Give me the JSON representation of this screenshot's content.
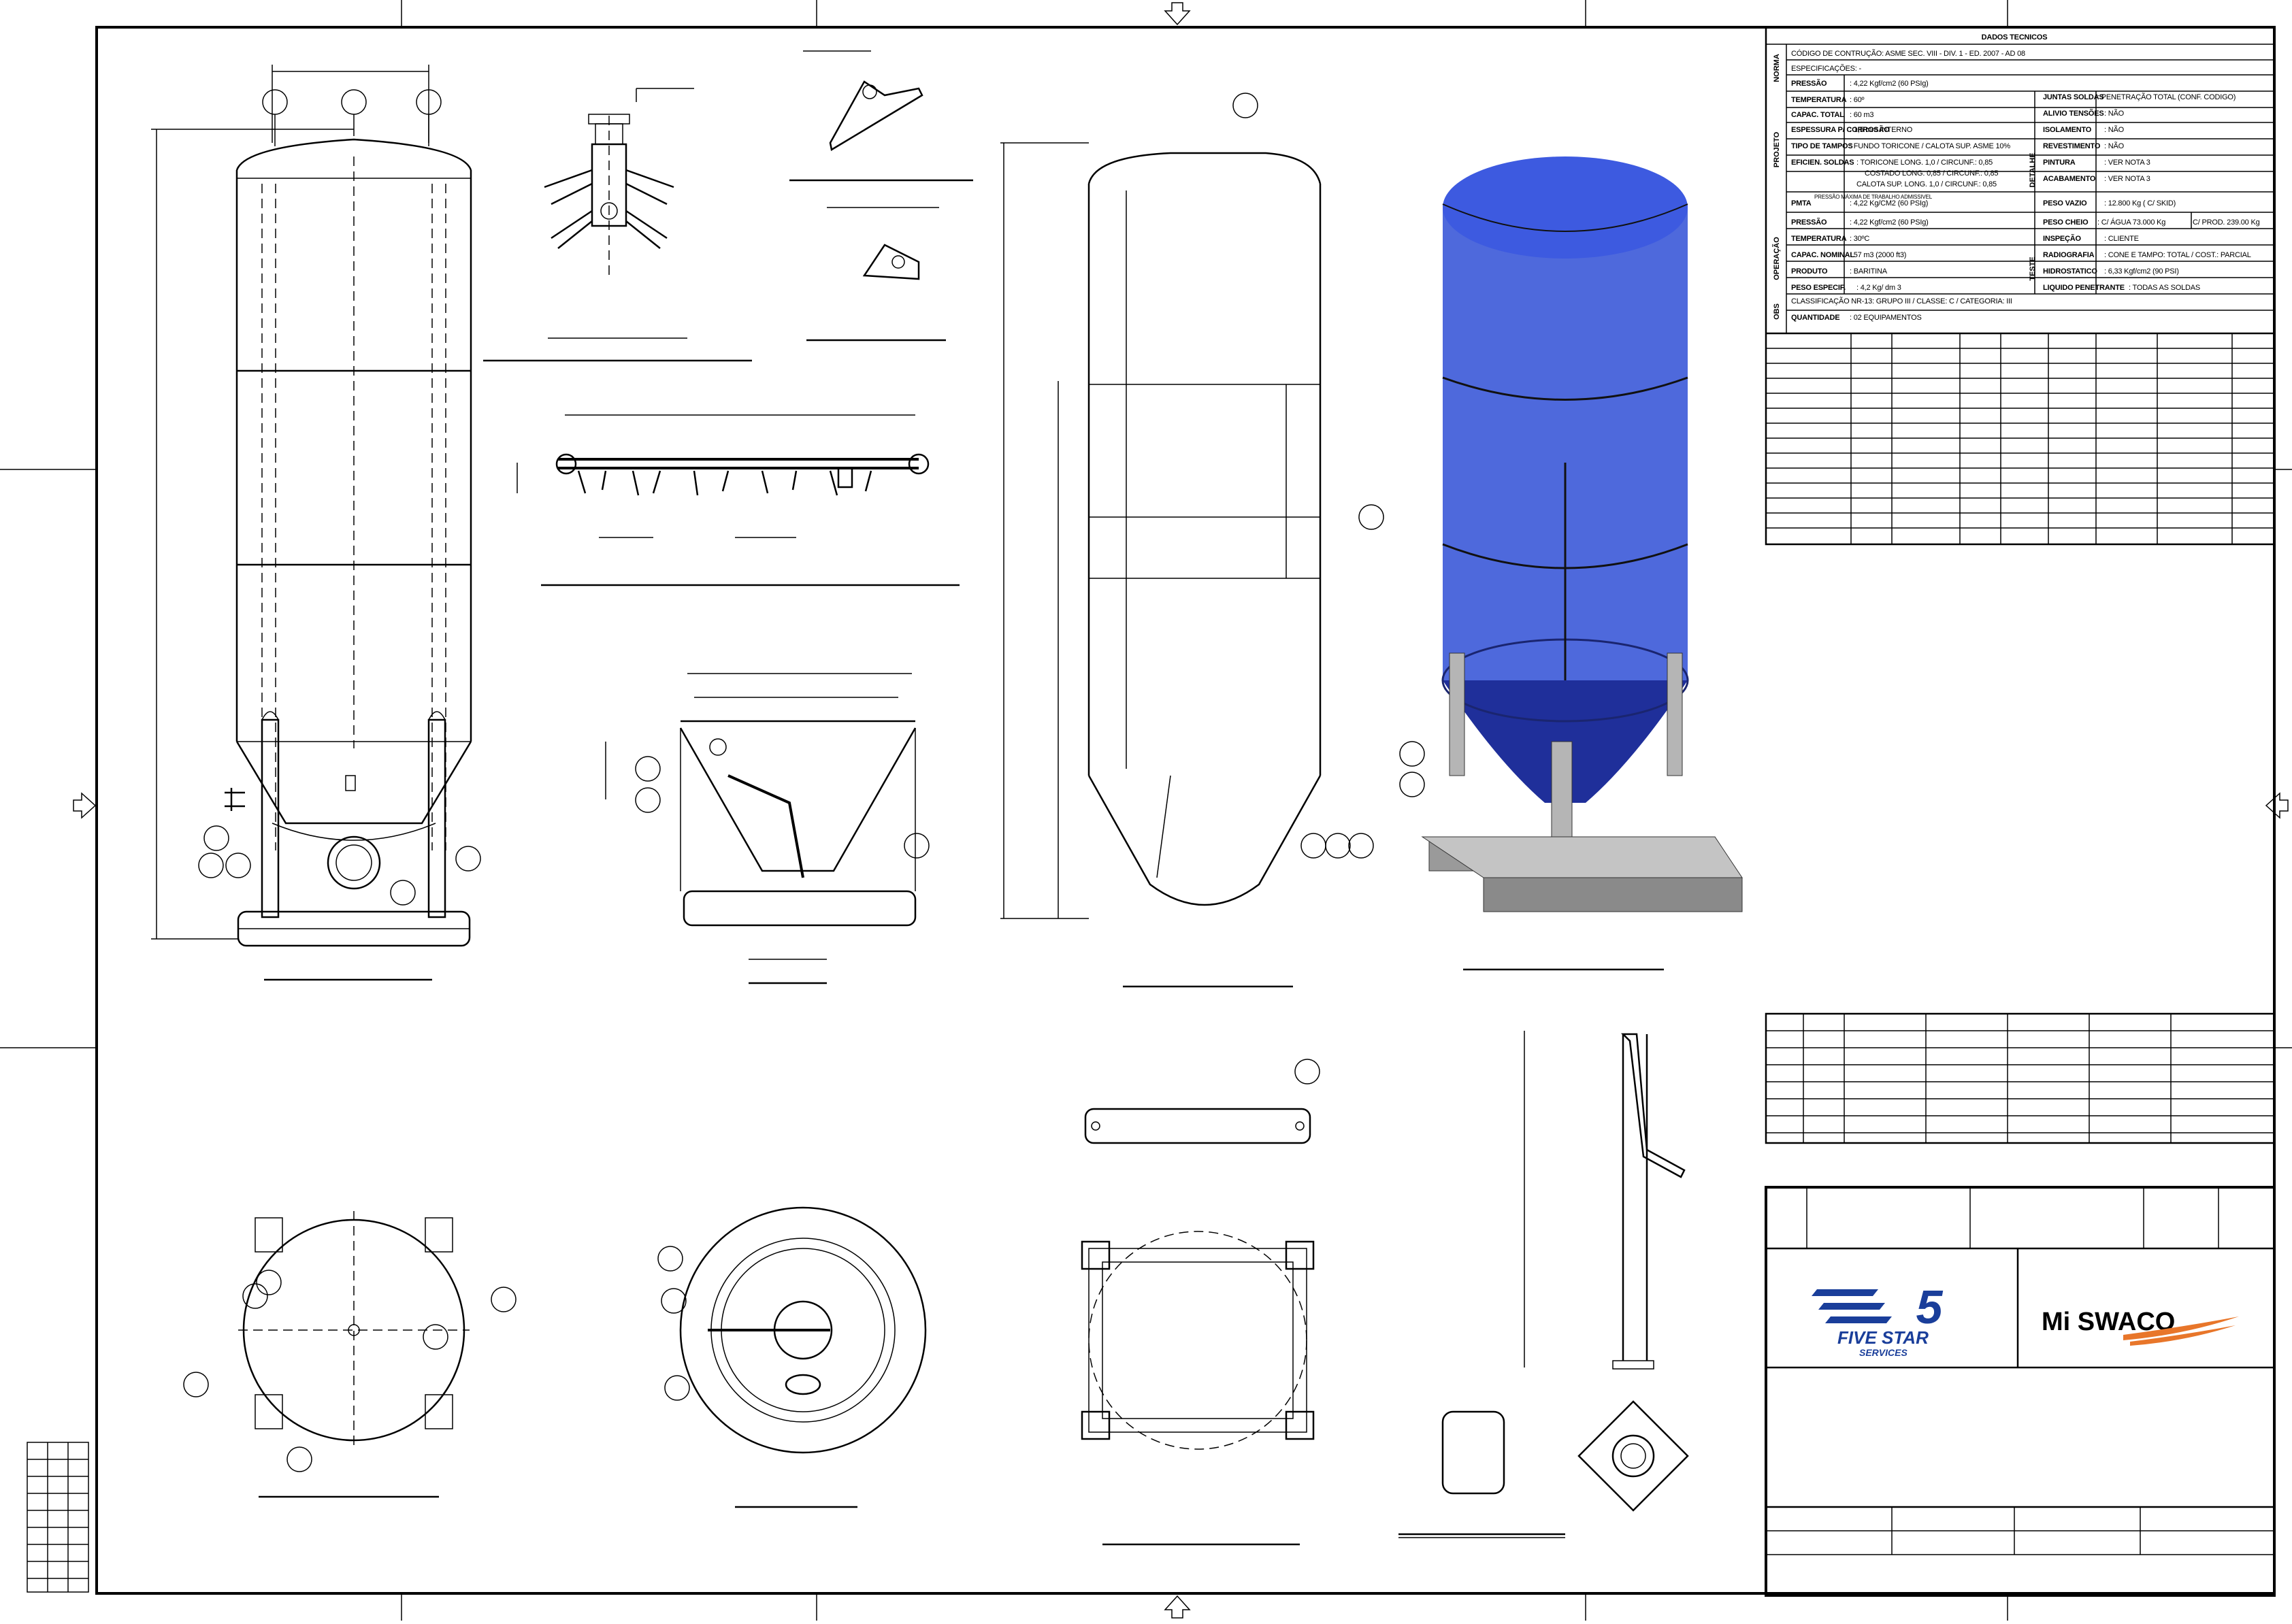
{
  "tech_sheet": {
    "title": "DADOS TECNICOS",
    "groups": {
      "norma": "NORMA",
      "projeto": "PROJETO",
      "detalhe": "DETALHE",
      "operacao": "OPERAÇÃO",
      "teste": "TESTE",
      "obs": "OBS"
    },
    "norma": [
      {
        "label": "CÓDIGO DE CONTRUÇÃO: ASME SEC. VIII - DIV. 1 - ED. 2007 - AD 08"
      },
      {
        "label": "ESPECIFICAÇÕES: -"
      }
    ],
    "projeto": [
      {
        "label": "PRESSÃO",
        "value": ": 4,22 Kgf/cm2 (60 PSIg)"
      },
      {
        "label": "TEMPERATURA",
        "value": ": 60º"
      },
      {
        "label": "CAPAC. TOTAL",
        "value": ": 60 m3"
      },
      {
        "label": "ESPESSURA P/ CORROSÃO",
        "value": ": 1,5 mm INTERNO"
      },
      {
        "label": "TIPO DE TAMPOS",
        "value": ": FUNDO TORICONE / CALOTA SUP. ASME 10%"
      },
      {
        "label": "EFICIEN. SOLDAS",
        "value": ": TORICONE LONG. 1,0 / CIRCUNF.: 0,85"
      },
      {
        "label": "",
        "value": "COSTADO LONG. 0,85 / CIRCUNF.: 0,85"
      },
      {
        "label": "",
        "value": "CALOTA SUP. LONG. 1,0 / CIRCUNF.: 0,85"
      },
      {
        "label": "PMTA",
        "sub": "PRESSÃO MÁXIMA DE TRABALHO ADMISSIVEL",
        "value": ": 4,22 Kg/CM2 (60 PSIg)"
      }
    ],
    "detalhe": [
      {
        "label": "JUNTAS SOLDAS",
        "value": ": PENETRAÇÃO TOTAL (CONF. CODIGO)"
      },
      {
        "label": "ALIVIO TENSÕES",
        "value": ": NÃO"
      },
      {
        "label": "ISOLAMENTO",
        "value": ": NÃO"
      },
      {
        "label": "REVESTIMENTO",
        "value": ": NÃO"
      },
      {
        "label": "PINTURA",
        "value": ": VER NOTA 3"
      },
      {
        "label": "ACABAMENTO",
        "value": ": VER NOTA 3"
      },
      {
        "label": "PESO VAZIO",
        "value": ": 12.800 Kg ( C/ SKID)"
      }
    ],
    "operacao": [
      {
        "label": "PRESSÃO",
        "value": ": 4,22 Kgf/cm2 (60 PSIg)"
      },
      {
        "label": "TEMPERATURA",
        "value": ": 30ºC"
      },
      {
        "label": "CAPAC. NOMINAL",
        "value": ": 57 m3 (2000 ft3)"
      },
      {
        "label": "PRODUTO",
        "value": ": BARITINA"
      },
      {
        "label": "PESO ESPECIF.",
        "value": ": 4,2 Kg/ dm 3"
      }
    ],
    "peso_cheio": {
      "label": "PESO CHEIO",
      "value": ": C/ ÁGUA 73.000 Kg",
      "extra": "C/ PROD. 239.00 Kg"
    },
    "teste": [
      {
        "label": "INSPEÇÃO",
        "value": ": CLIENTE"
      },
      {
        "label": "RADIOGRAFIA",
        "value": ": CONE E TAMPO: TOTAL / COST.: PARCIAL"
      },
      {
        "label": "HIDROSTATICO",
        "value": ": 6,33 Kgf/cm2 (90 PSI)"
      },
      {
        "label": "LIQUIDO PENETRANTE",
        "value": ": TODAS AS SOLDAS"
      }
    ],
    "obs": [
      {
        "label": "CLASSIFICAÇÃO NR-13: GRUPO III / CLASSE: C / CATEGORIA: III"
      },
      {
        "label": "QUANTIDADE",
        "value": ": 02 EQUIPAMENTOS"
      }
    ]
  },
  "logos": {
    "five_star": {
      "number": "5",
      "line1": "FIVE STAR",
      "line2": "SERVICES"
    },
    "miswaco": {
      "text": "Mi SWACO"
    }
  },
  "colors": {
    "vessel_fill": "#2f4fd6",
    "vessel_dark": "#1f2f9a",
    "skid_gray": "#9a9a9a",
    "five_star_blue": "#1a3e9a",
    "miswaco_orange": "#e8762a"
  },
  "icons": [
    "balloon-callout",
    "border-arrow-marker",
    "vessel-3d-render"
  ]
}
